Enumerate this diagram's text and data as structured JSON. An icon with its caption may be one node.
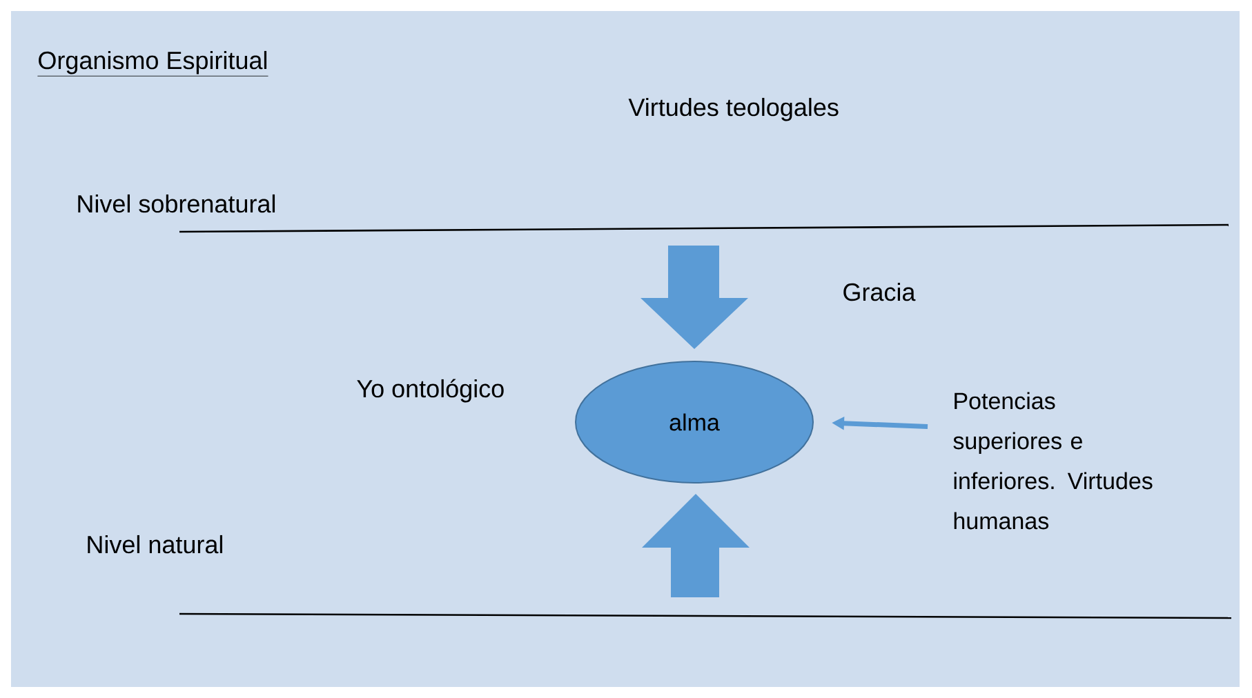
{
  "diagram": {
    "title": "Organismo Espiritual",
    "nodes": [
      {
        "text": [
          "alma"
        ]
      },
      {
        "text": [
          "Potencias superiores e inferiores. Virtudes humanas"
        ]
      }
    ],
    "edges": [
      {
        "from": 1,
        "to": 0,
        "arrow": "to"
      }
    ],
    "labels": [
      "Virtudes teologales",
      "Nivel sobrenatural",
      "Gracia",
      "Yo ontológico",
      "Nivel natural"
    ]
  }
}
